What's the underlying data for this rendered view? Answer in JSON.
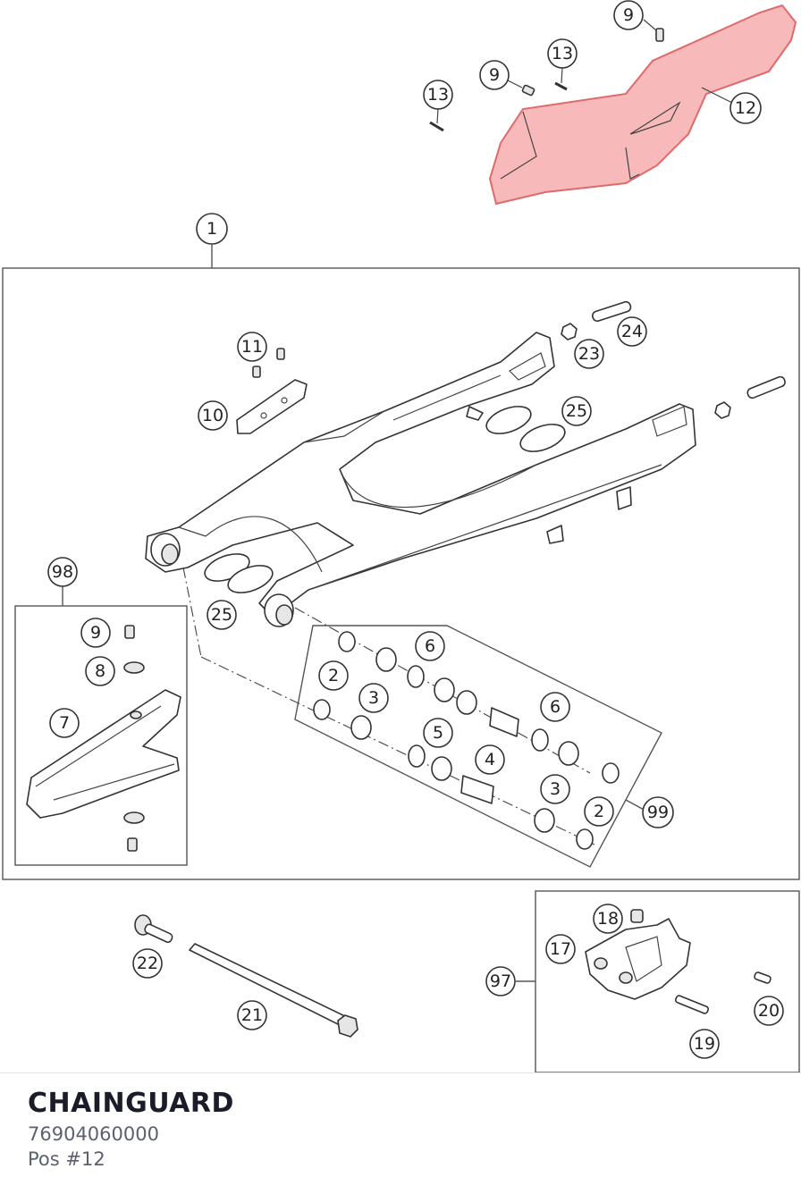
{
  "part": {
    "name": "CHAINGUARD",
    "number": "76904060000",
    "position": "Pos #12"
  },
  "highlight": {
    "callout": "12",
    "color": "#f08080"
  },
  "callouts": {
    "c9a": "9",
    "c13a": "13",
    "c9b": "9",
    "c13b": "13",
    "c12": "12",
    "c1": "1",
    "c11": "11",
    "c10": "10",
    "c24": "24",
    "c23": "23",
    "c25a": "25",
    "c98": "98",
    "c25b": "25",
    "c9c": "9",
    "c8": "8",
    "c7": "7",
    "c6a": "6",
    "c2a": "2",
    "c3a": "3",
    "c6b": "6",
    "c5": "5",
    "c4": "4",
    "c3b": "3",
    "c2b": "2",
    "c99": "99",
    "c22": "22",
    "c21": "21",
    "c18": "18",
    "c17": "17",
    "c97": "97",
    "c20": "20",
    "c19": "19"
  }
}
